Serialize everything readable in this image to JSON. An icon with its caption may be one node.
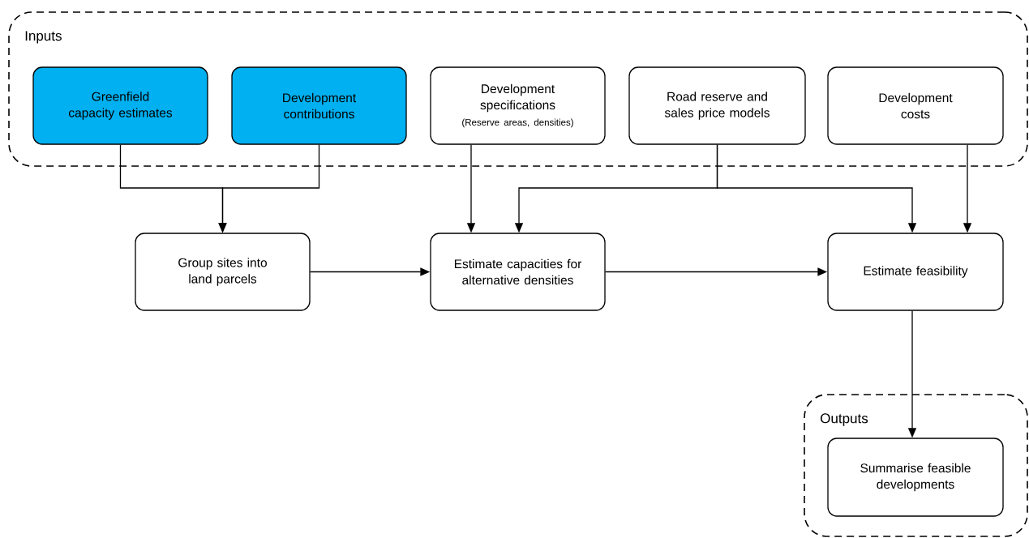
{
  "diagram": {
    "nodes": [
      {
        "text": [
          "Inputs"
        ]
      },
      {
        "text": [
          "Greenfield capacity estimates"
        ],
        "in": 0
      },
      {
        "text": [
          "Development contributions"
        ],
        "in": 0
      },
      {
        "text": [
          "Development specifications",
          "(Reserve areas, densities)"
        ],
        "in": 0
      },
      {
        "text": [
          "Road reserve and sales price models"
        ],
        "in": 0
      },
      {
        "text": [
          "Development costs"
        ],
        "in": 0
      },
      {
        "text": [
          "Group sites into land parcels"
        ]
      },
      {
        "text": [
          "Estimate capacities for alternative densities"
        ]
      },
      {
        "text": [
          "Estimate feasibility"
        ]
      },
      {
        "text": [
          "Outputs"
        ]
      },
      {
        "text": [
          "Summarise feasible developments"
        ],
        "in": 9
      }
    ],
    "edges": [
      {
        "from": 1,
        "to": 6,
        "arrow": "to"
      },
      {
        "from": 2,
        "to": 6,
        "arrow": "to"
      },
      {
        "from": 3,
        "to": 7,
        "arrow": "to"
      },
      {
        "from": 4,
        "to": 7,
        "arrow": "to"
      },
      {
        "from": 4,
        "to": 8,
        "arrow": "to"
      },
      {
        "from": 5,
        "to": 8,
        "arrow": "to"
      },
      {
        "from": 6,
        "to": 7,
        "arrow": "to"
      },
      {
        "from": 7,
        "to": 8,
        "arrow": "to"
      },
      {
        "from": 8,
        "to": 10,
        "arrow": "to"
      }
    ]
  }
}
